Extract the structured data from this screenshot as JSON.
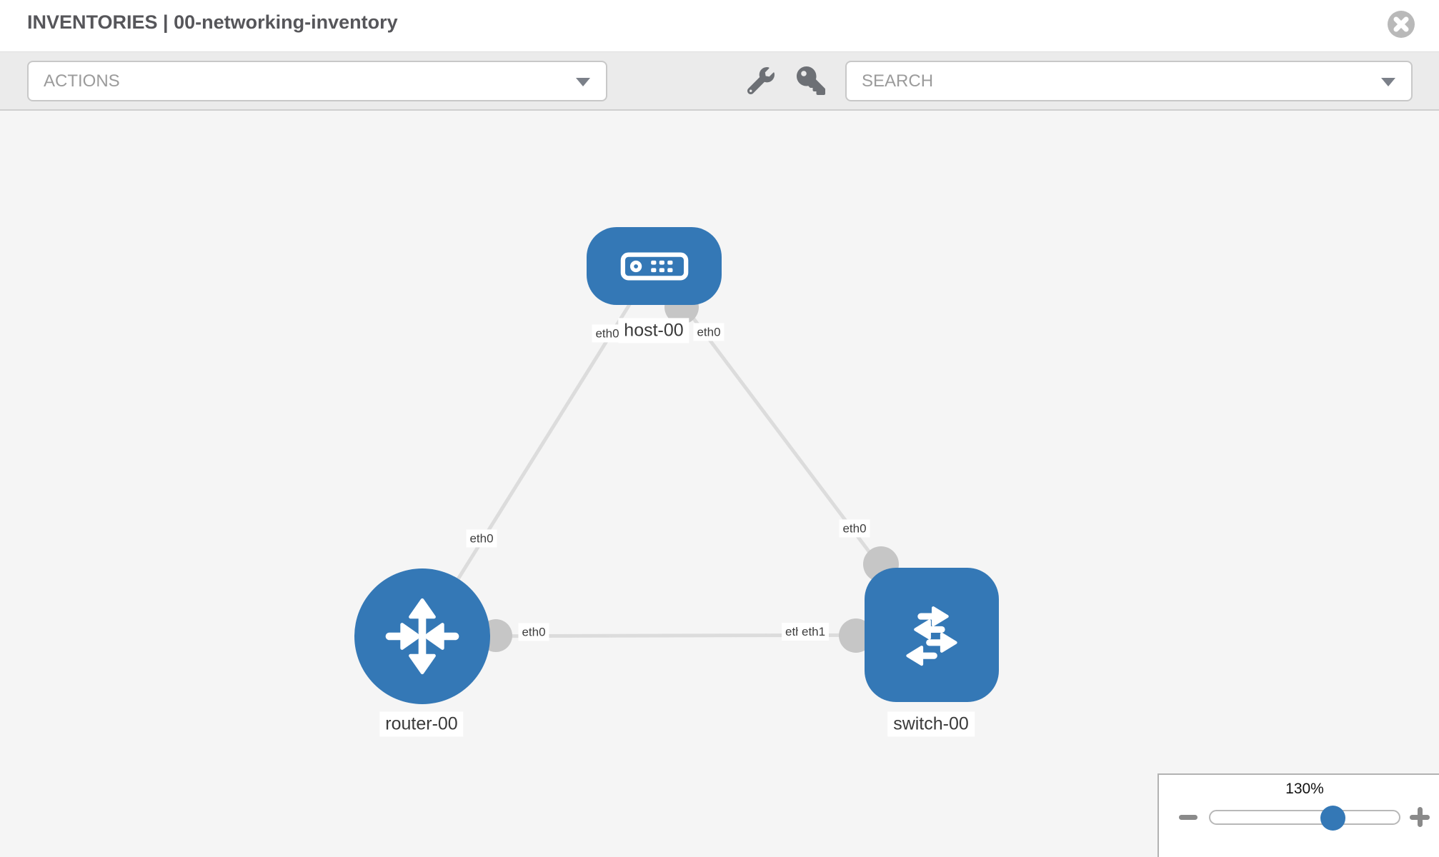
{
  "window": {
    "title": "INVENTORIES | 00-networking-inventory"
  },
  "toolbar": {
    "actions_placeholder": "ACTIONS",
    "search_placeholder": "SEARCH"
  },
  "icons": {
    "close": "close-icon: gray circle with white x",
    "wrench": "wrench-icon",
    "key": "key-icon",
    "caret": "caret-down-icon",
    "host": "host-icon: server faceplate",
    "router": "router-icon: four arrows",
    "switch": "switch-icon: alternating horizontal arrows",
    "minus": "minus-icon",
    "plus": "plus-icon"
  },
  "colors": {
    "node_blue": "#3478b6",
    "link_gray": "#dcdcdc",
    "connector_gray": "#c6c6c6",
    "canvas_bg": "#f5f5f5",
    "toolbar_bg": "#ebebeb"
  },
  "topology": {
    "nodes": [
      {
        "id": "host-00",
        "type": "host",
        "label": "host-00"
      },
      {
        "id": "router-00",
        "type": "router",
        "label": "router-00"
      },
      {
        "id": "switch-00",
        "type": "switch",
        "label": "switch-00"
      }
    ],
    "links": [
      {
        "from": "host-00",
        "to": "router-00"
      },
      {
        "from": "host-00",
        "to": "switch-00"
      },
      {
        "from": "router-00",
        "to": "switch-00"
      }
    ],
    "interface_labels": {
      "host_left": "eth0",
      "host_right": "eth0",
      "host_router_link": "eth0",
      "host_switch_link": "eth0",
      "router_right": "eth0",
      "switch_back": "eth0",
      "switch_front": "eth1"
    }
  },
  "zoom_control": {
    "level": "130%"
  }
}
